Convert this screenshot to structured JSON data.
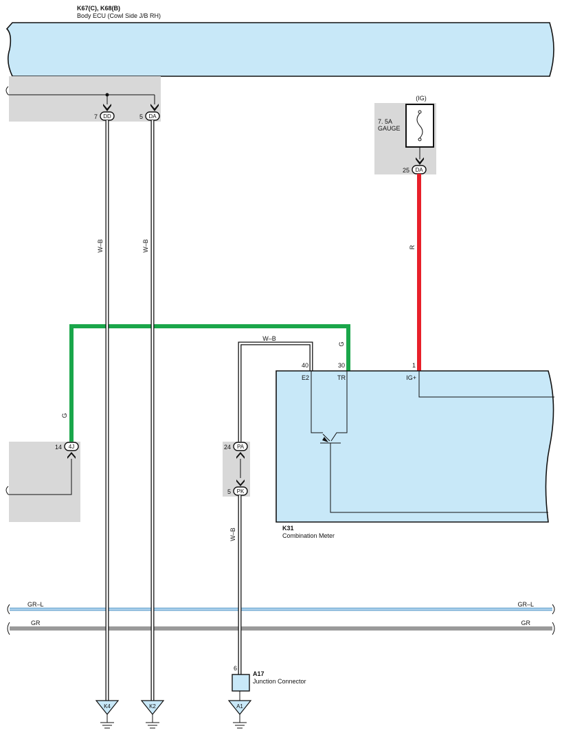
{
  "body_ecu": {
    "title": "K67(C), K68(B)",
    "subtitle": "Body ECU (Cowl Side J/B RH)",
    "pins": [
      {
        "num": "7",
        "connector": "DD"
      },
      {
        "num": "5",
        "connector": "DA"
      }
    ]
  },
  "fuse": {
    "circuit": "(IG)",
    "rating": "7. 5A",
    "name": "GAUGE",
    "pin": {
      "num": "25",
      "connector": "DA"
    }
  },
  "junction_left": {
    "pin": {
      "num": "14",
      "connector": "4J"
    }
  },
  "junction_mid": {
    "pins": [
      {
        "num": "24",
        "connector": "PA"
      },
      {
        "num": "5",
        "connector": "PK"
      }
    ]
  },
  "meter": {
    "id": "K31",
    "name": "Combination Meter",
    "pins": [
      {
        "num": "40",
        "name": "E2"
      },
      {
        "num": "30",
        "name": "TR"
      },
      {
        "num": "1",
        "name": "IG+"
      }
    ]
  },
  "junction_connector": {
    "id": "A17",
    "name": "Junction Connector",
    "pin": "6"
  },
  "wires": {
    "w_b": "W–B",
    "g": "G",
    "r": "R",
    "gr_l": "GR–L",
    "gr": "GR"
  },
  "grounds": [
    "K4",
    "K2",
    "A1"
  ],
  "colors": {
    "module_fill": "#c8e8f8",
    "junction_box": "#d8d8d8",
    "wire_green": "#1aa64a",
    "wire_red": "#e8202a",
    "wire_gr_l": "#7fb8e0",
    "wire_gr": "#9a9a9a"
  }
}
